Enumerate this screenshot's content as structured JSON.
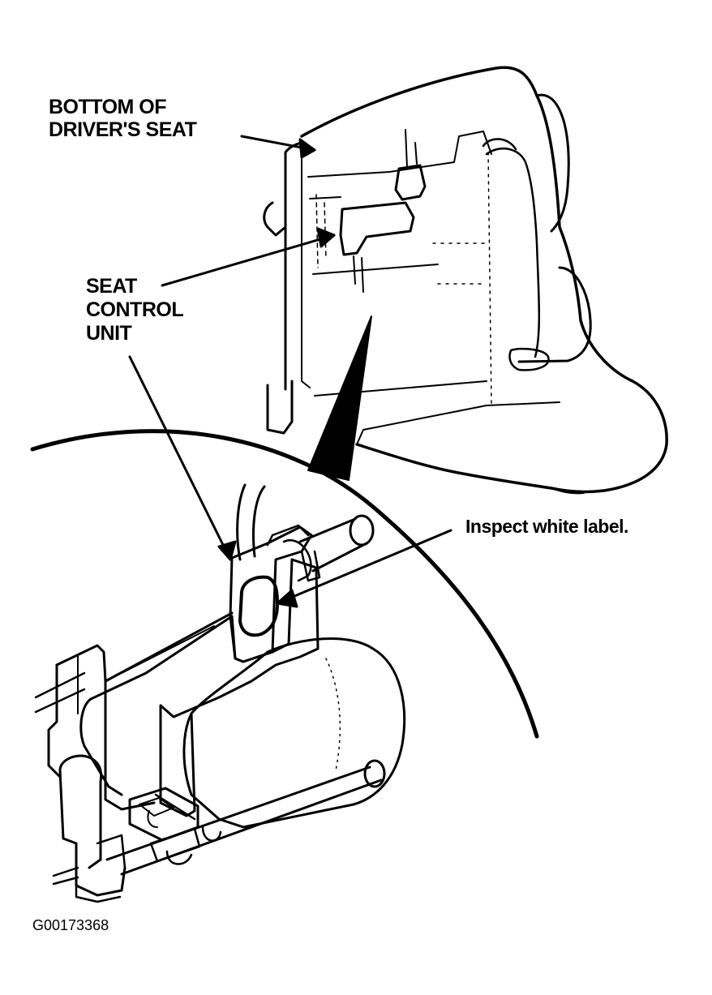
{
  "labels": {
    "bottom_of_seat": [
      "BOTTOM OF",
      "DRIVER'S SEAT"
    ],
    "seat_control_unit": [
      "SEAT",
      "CONTROL",
      "UNIT"
    ],
    "inspect": "Inspect white label."
  },
  "figure_id": "G00173368",
  "colors": {
    "ink": "#000000",
    "paper": "#ffffff"
  }
}
